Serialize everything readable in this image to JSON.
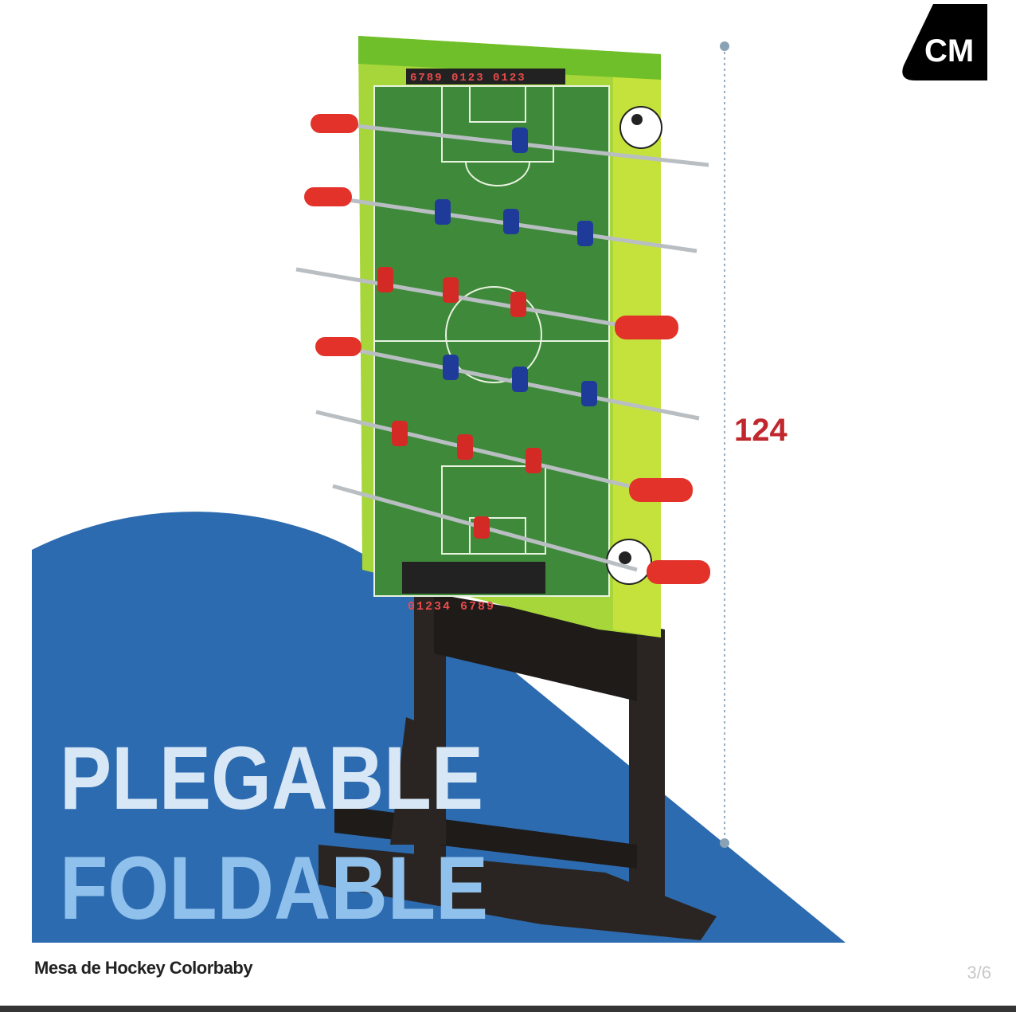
{
  "gallery": {
    "caption": "Mesa de Hockey Colorbaby",
    "counter": "3/6"
  },
  "image": {
    "badge": "CM",
    "dimension_label": "124",
    "headline_es": "PLEGABLE",
    "headline_en": "FOLDABLE",
    "score_top": "6789 0123 0123",
    "score_bottom": "01234 6789"
  },
  "colors": {
    "blue_shape": "#2d6bb0",
    "dimension": "#c0282d",
    "field": "#3f8a3a",
    "frame": "#a6d63a"
  }
}
